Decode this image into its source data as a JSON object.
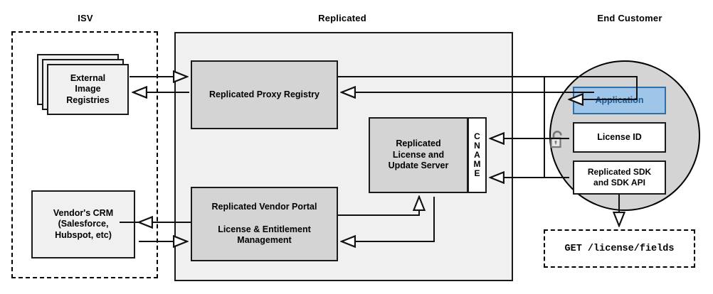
{
  "diagram": {
    "title_zones": {
      "isv": "ISV",
      "replicated": "Replicated",
      "end_customer": "End Customer"
    },
    "colors": {
      "zone_fill": "#f0f0f0",
      "node_fill": "#d4d4d4",
      "circle_fill": "#d4d4d4",
      "application_fill": "#9fc5e8",
      "application_border": "#2f6fa8",
      "application_text": "#1f5c96",
      "stroke": "#1a1a1a"
    },
    "nodes": {
      "external_image_registries": "External\nImage\nRegistries",
      "vendors_crm": "Vendor's CRM\n(Salesforce,\nHubspot, etc)",
      "replicated_proxy_registry": "Replicated Proxy Registry",
      "replicated_license_update_server": "Replicated\nLicense and\nUpdate Server",
      "cname_letters": [
        "C",
        "N",
        "A",
        "M",
        "E"
      ],
      "replicated_vendor_portal_line1": "Replicated Vendor Portal",
      "replicated_vendor_portal_line2": "License & Entitlement\nManagement",
      "application": "Application",
      "license_id": "License ID",
      "replicated_sdk": "Replicated SDK\nand SDK API",
      "api_request": "GET /license/fields"
    },
    "icons": {
      "unlocked_padlock": "unlock-icon"
    }
  }
}
